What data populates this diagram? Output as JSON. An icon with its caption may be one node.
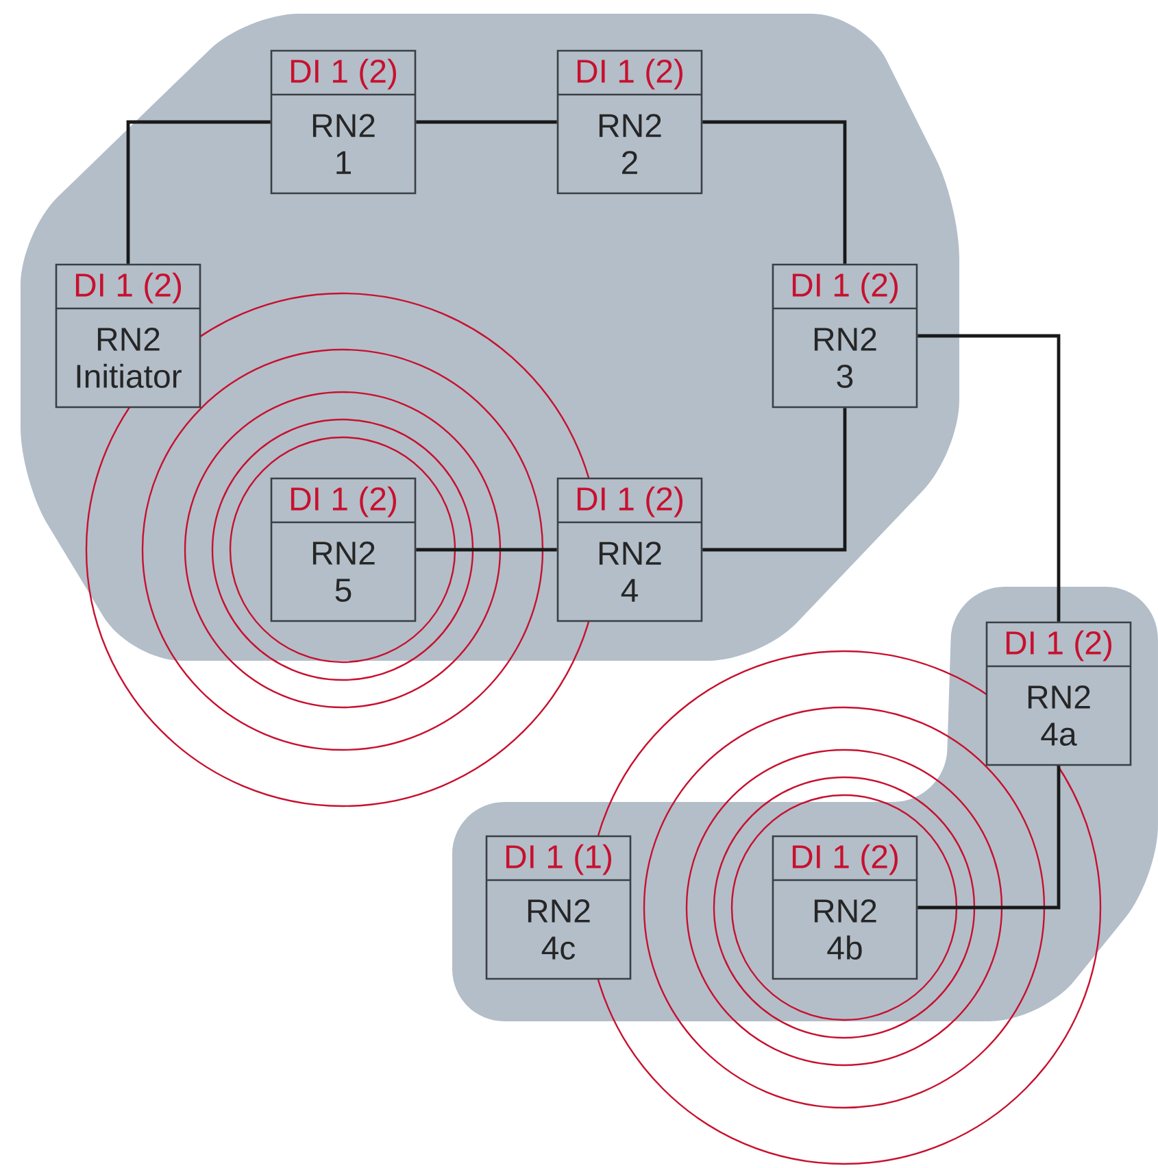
{
  "diagram": {
    "nodes": [
      {
        "text": [
          "DI 1 (2)",
          "RN2 1"
        ]
      },
      {
        "text": [
          "DI 1 (2)",
          "RN2 2"
        ]
      },
      {
        "text": [
          "DI 1 (2)",
          "RN2 Initiator"
        ]
      },
      {
        "text": [
          "DI 1 (2)",
          "RN2 3"
        ]
      },
      {
        "text": [
          "DI 1 (2)",
          "RN2 5"
        ]
      },
      {
        "text": [
          "DI 1 (2)",
          "RN2 4"
        ]
      },
      {
        "text": [
          "DI 1 (2)",
          "RN2 4a"
        ]
      },
      {
        "text": [
          "DI 1 (1)",
          "RN2 4c"
        ]
      },
      {
        "text": [
          "DI 1 (2)",
          "RN2 4b"
        ]
      }
    ],
    "edges": [
      {
        "from": 2,
        "to": 0,
        "arrow": "none"
      },
      {
        "from": 0,
        "to": 1,
        "arrow": "none"
      },
      {
        "from": 1,
        "to": 3,
        "arrow": "none"
      },
      {
        "from": 3,
        "to": 5,
        "arrow": "none"
      },
      {
        "from": 4,
        "to": 5,
        "arrow": "none"
      },
      {
        "from": 3,
        "to": 6,
        "arrow": "none"
      },
      {
        "from": 6,
        "to": 8,
        "arrow": "none"
      }
    ]
  }
}
